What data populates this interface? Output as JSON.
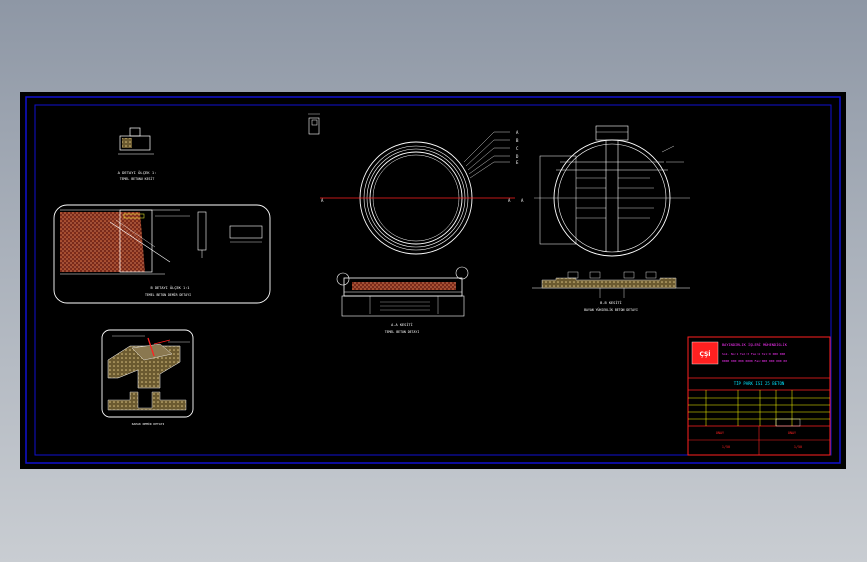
{
  "drawing": {
    "background": "#000000",
    "frame_color": "#0000cc",
    "line_color": "#ffffff",
    "accent_red": "#ff2020",
    "accent_yellow": "#ffff00",
    "accent_cyan": "#00e5ff",
    "accent_magenta": "#ff33ff",
    "hatch_orange": "#c8643c",
    "hatch_tan": "#b8a070"
  },
  "labels": {
    "detail_a1": "A DETAYI ÖLÇEK 1:",
    "detail_a2": "TEMEL BETONU KESİT",
    "detail_b1": "B DETAYI ÖLÇEK 1:1",
    "detail_b2": "TEMEL BETON DEMİR DETAYI",
    "detail_c": "KAPAK DEMİR DETAYI",
    "section_aa": "A-A KESİTİ",
    "section_aa_sub": "TEMEL BETON DETAYI",
    "section_bb": "B-B KESİTİ",
    "section_bb_sub": "BAYAN YÜKSEKLİK BETON DETAYI",
    "callouts": [
      "A",
      "B",
      "C",
      "D",
      "E"
    ],
    "cut_mark": "A"
  },
  "title_block": {
    "company_line1": "BAYINDIRLIK İŞLERİ MÜHENDİSLİK",
    "company_line2": "Sok. No:1 Tel:3  Fax:4  Tel:0 000 000",
    "company_line3": "0000 000 000 0000  Fax:000 000 000 00",
    "logo_text": "ÇŞİ",
    "drawing_title": "TİP PARK  ISI 25  BETON",
    "approved_label": "ONAY",
    "scale_value": "1/50"
  }
}
